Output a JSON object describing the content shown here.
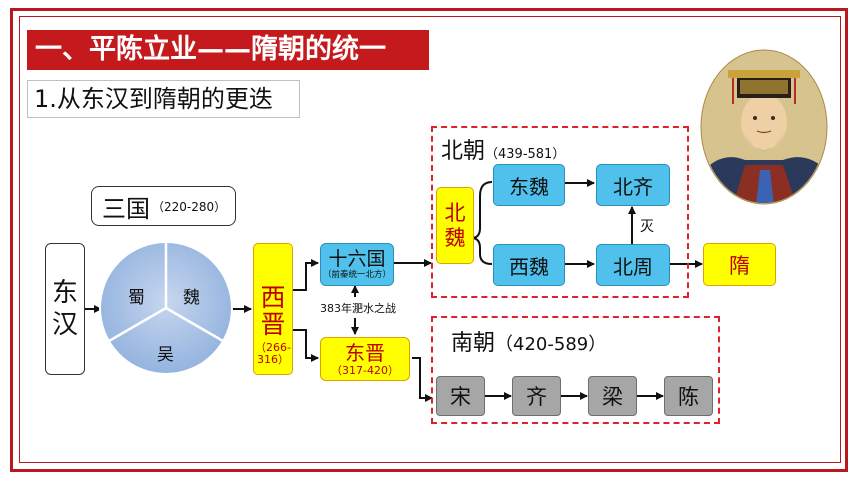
{
  "header": {
    "title": "一、平陈立业——隋朝的统一",
    "subtitle": "1.从东汉到隋朝的更迭"
  },
  "diagram": {
    "donghan": "东汉",
    "sanguo": {
      "label": "三国",
      "years": "（220-280）",
      "shu": "蜀",
      "wei": "魏",
      "wu": "吴"
    },
    "xijin": {
      "label": "西晋",
      "years": "（266-316）"
    },
    "shiliuguo": {
      "label": "十六国",
      "note": "（前秦统一北方）"
    },
    "battle": "383年淝水之战",
    "dongjin": {
      "label": "东晋",
      "years": "（317-420）"
    },
    "beichao": {
      "label": "北朝",
      "years": "（439-581）"
    },
    "beiwei": "北魏",
    "dongwei": "东魏",
    "xiwei": "西魏",
    "beiqi": "北齐",
    "beizhou": "北周",
    "mie": "灭",
    "sui": "隋",
    "nanchao": {
      "label": "南朝",
      "years": "（420-589）"
    },
    "song": "宋",
    "qi": "齐",
    "liang": "梁",
    "chen": "陈"
  },
  "colors": {
    "red": "#c41a1e",
    "blue": "#4fc1ec",
    "yellow": "#ffff00",
    "gray": "#a6a6a6"
  },
  "portrait": {
    "icon": "emperor-portrait"
  }
}
